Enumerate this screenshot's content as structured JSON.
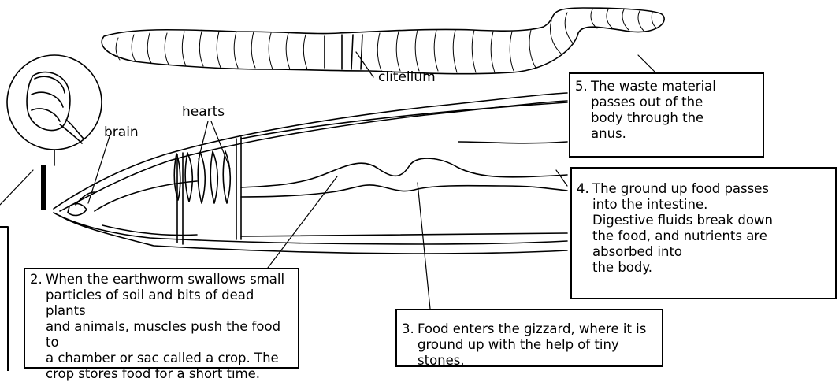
{
  "labels": {
    "clitellum": "clitellum",
    "hearts": "hearts",
    "brain": "brain"
  },
  "steps": [
    {
      "num": "2.",
      "text": "When the earthworm swallows small\nparticles of soil and bits of dead plants\nand animals, muscles push the food to\na chamber or sac called a crop. The\ncrop stores food for a short time."
    },
    {
      "num": "3.",
      "text": "Food enters the gizzard, where it is\nground up with the help of tiny stones."
    },
    {
      "num": "4.",
      "text": "The ground up food passes\ninto the intestine.\nDigestive fluids break down\nthe food, and nutrients are\nabsorbed into\nthe body."
    },
    {
      "num": "5.",
      "text": "The waste material\npasses out of the\nbody through the\nanus."
    }
  ]
}
